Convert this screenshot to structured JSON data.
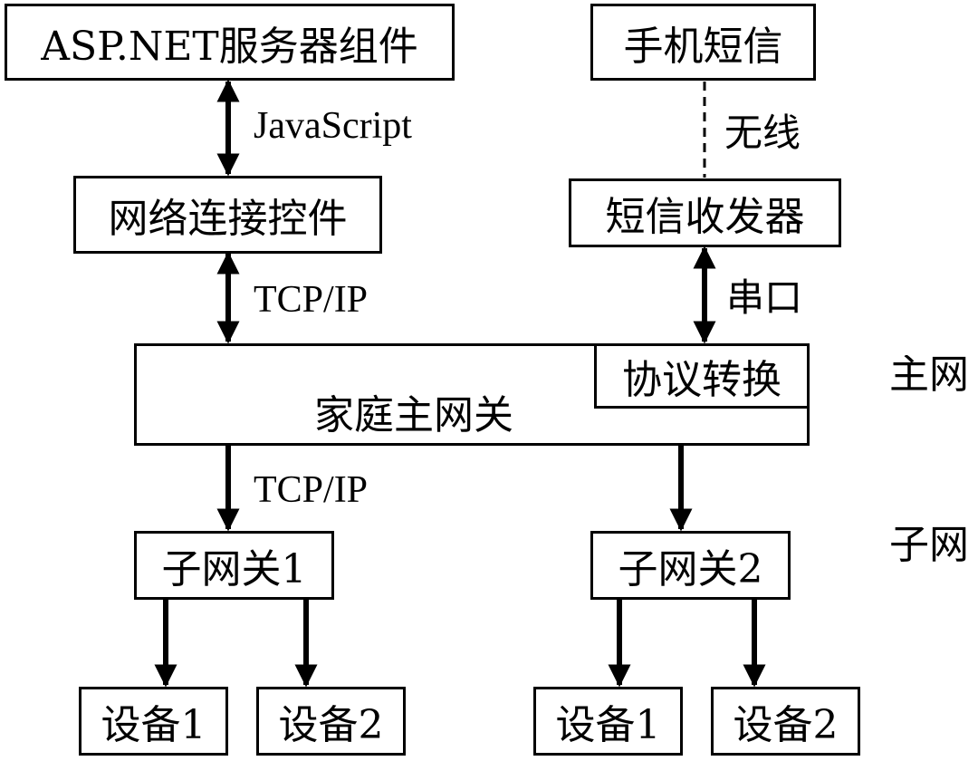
{
  "nodes": {
    "asp_server": "ASP.NET服务器组件",
    "sms_phone": "手机短信",
    "net_control": "网络连接控件",
    "sms_transceiver": "短信收发器",
    "home_gateway": "家庭主网关",
    "protocol_convert": "协议转换",
    "subgateway_1": "子网关1",
    "subgateway_2": "子网关2",
    "device_1_left": "设备1",
    "device_2_left": "设备2",
    "device_1_right": "设备1",
    "device_2_right": "设备2"
  },
  "edges": {
    "javascript": "JavaScript",
    "wireless": "无线",
    "tcpip_top": "TCP/IP",
    "serial": "串口",
    "tcpip_bottom": "TCP/IP"
  },
  "levels": {
    "main_net": "主网",
    "sub_net": "子网"
  }
}
